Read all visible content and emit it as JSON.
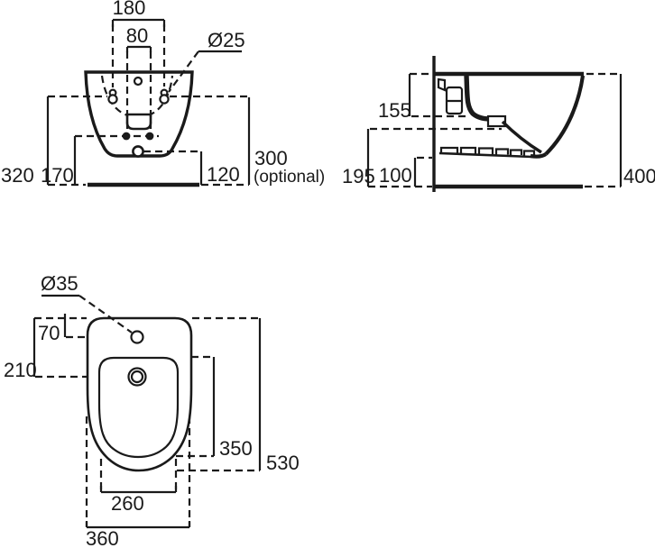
{
  "style": {
    "background": "#ffffff",
    "line_color": "#1a1a1a"
  },
  "front_view": {
    "dims": {
      "d180": "180",
      "d80": "80",
      "d25": "Ø25",
      "d320": "320",
      "d170": "170",
      "d120": "120",
      "d300": "300",
      "d300_note": "(optional)"
    }
  },
  "side_view": {
    "dims": {
      "d155": "155",
      "d195": "195",
      "d100": "100",
      "d400": "400"
    }
  },
  "plan_view": {
    "dims": {
      "d35": "Ø35",
      "d70": "70",
      "d210": "210",
      "d350": "350",
      "d530": "530",
      "d260": "260",
      "d360": "360"
    }
  }
}
